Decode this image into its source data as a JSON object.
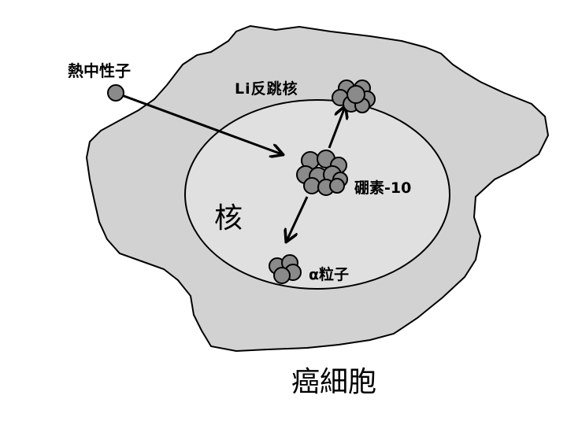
{
  "labels": {
    "thermal_neutron": "熱中性子",
    "li_recoil": "Li反跳核",
    "boron10": "硼素-10",
    "nucleus": "核",
    "alpha": "α粒子",
    "cancer_cell": "癌細胞"
  },
  "colors": {
    "cell": "#d2d2d2",
    "nucleus": "#e0e0e0",
    "particle": "#8a8a8a",
    "outline": "#000000"
  }
}
